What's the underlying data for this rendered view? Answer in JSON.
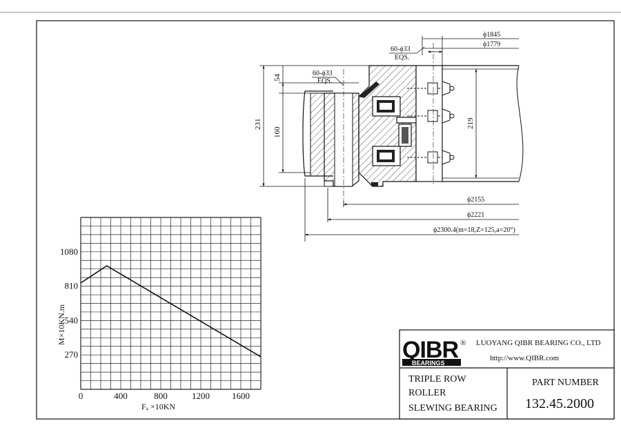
{
  "drawing": {
    "dim_bolt_holes_top": "60-ϕ33",
    "dim_bolt_holes_top_sub": "EQS.",
    "dim_bolt_holes_inner": "60-ϕ33",
    "dim_bolt_holes_inner_sub": "EQS.",
    "dim_phi_1845": "ϕ1845",
    "dim_phi_1779": "ϕ1779",
    "dim_phi_2155": "ϕ2155",
    "dim_phi_2221": "ϕ2221",
    "dim_gear": "ϕ2300.4(m=18,Z=125,a=20°)",
    "dim_231": "231",
    "dim_160": "160",
    "dim_54": "54",
    "dim_219": "219"
  },
  "title_block": {
    "logo_text": "QIBR",
    "logo_registered": "®",
    "logo_sub": "BEARINGS",
    "company": "LUOYANG QIBR BEARING CO., LTD",
    "website": "http://www.QIBR.com",
    "description_lines": [
      "TRIPLE ROW",
      "ROLLER",
      "SLEWING BEARING"
    ],
    "part_number_label": "PART NUMBER",
    "part_number": "132.45.2000"
  },
  "chart_data": {
    "type": "line",
    "title": "",
    "xlabel": "Fₐ ×10KN",
    "ylabel": "M×10KN.m",
    "x_ticks": [
      "0",
      "400",
      "800",
      "1200",
      "1600"
    ],
    "y_ticks": [
      "270",
      "540",
      "810",
      "1080"
    ],
    "xlim": [
      0,
      1800
    ],
    "ylim": [
      0,
      1350
    ],
    "grid": true,
    "series": [
      {
        "points": [
          [
            0,
            835
          ],
          [
            260,
            970
          ],
          [
            1800,
            255
          ]
        ]
      }
    ]
  }
}
